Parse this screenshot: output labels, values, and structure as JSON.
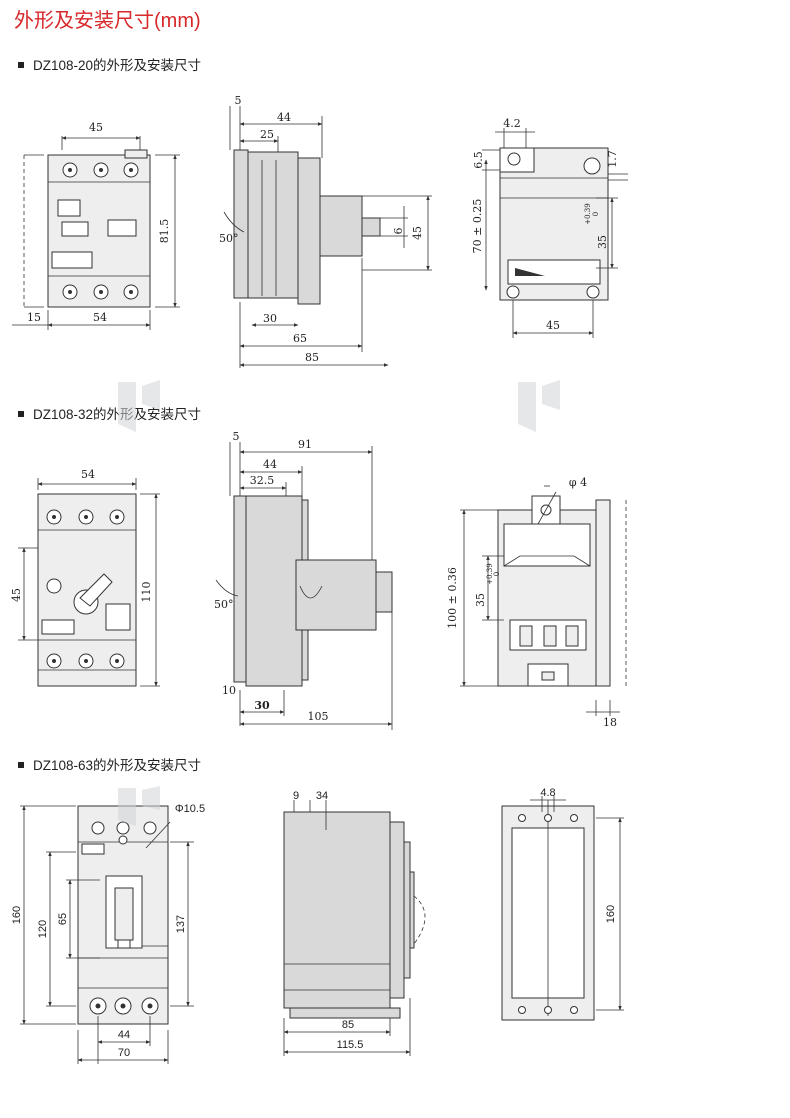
{
  "page_title": "外形及安装尺寸(mm)",
  "sections": [
    {
      "title": "DZ108-20的外形及安装尺寸",
      "dims": {
        "front_width_top": "45",
        "front_height": "81.5",
        "front_offset": "15",
        "front_width_bottom": "54",
        "side_top_5": "5",
        "side_top_44": "44",
        "side_top_25": "25",
        "side_angle": "50°",
        "side_6": "6",
        "side_45": "45",
        "side_30": "30",
        "side_65": "65",
        "side_85": "85",
        "mount_4_2": "4.2",
        "mount_6_5": "6.5",
        "mount_1_7": "1.7",
        "mount_70": "70 ± 0.25",
        "mount_35": "35",
        "mount_35_tol_up": "+0.39",
        "mount_35_tol_down": "0",
        "mount_45": "45"
      }
    },
    {
      "title": "DZ108-32的外形及安装尺寸",
      "dims": {
        "front_54": "54",
        "front_45": "45",
        "front_110": "110",
        "side_5": "5",
        "side_91": "91",
        "side_44": "44",
        "side_32_5": "32.5",
        "side_angle": "50°",
        "side_10": "10",
        "side_30": "30",
        "side_105": "105",
        "mount_phi4": "φ 4",
        "mount_100": "100 ± 0.36",
        "mount_35": "35",
        "mount_35_tol_up": "+0.39",
        "mount_35_tol_down": "0",
        "mount_18": "18"
      }
    },
    {
      "title": "DZ108-63的外形及安装尺寸",
      "dims": {
        "front_phi": "Φ10.5",
        "front_160": "160",
        "front_120": "120",
        "front_65": "65",
        "front_137": "137",
        "front_44": "44",
        "front_70": "70",
        "side_9": "9",
        "side_34": "34",
        "side_85": "85",
        "side_115_5": "115.5",
        "back_4_8": "4.8",
        "back_160": "160"
      }
    }
  ]
}
